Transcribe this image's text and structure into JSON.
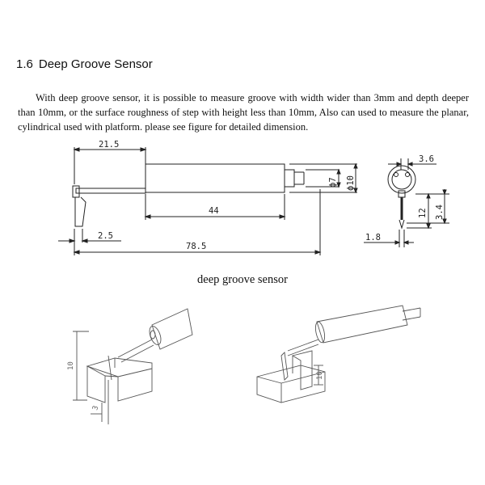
{
  "section": {
    "number": "1.6",
    "title": "Deep Groove Sensor"
  },
  "paragraph": "With deep groove sensor, it is possible to measure groove with width wider than 3mm and depth deeper than 10mm, or the surface roughness of step with height less than 10mm, Also can used to measure the planar, cylindrical used with platform. please see figure for detailed dimension.",
  "figure": {
    "caption": "deep groove sensor",
    "dims": {
      "d_21_5": "21.5",
      "d_44": "44",
      "d_2_5": "2.5",
      "d_78_5": "78.5",
      "d_phi7": "ϕ7",
      "d_phi10": "ϕ10",
      "d_3_6": "3.6",
      "d_12": "12",
      "d_3_4": "3.4",
      "d_1_8": "1.8",
      "d_iso_10a": "10",
      "d_iso_3": "3",
      "d_iso_10b": "10"
    }
  }
}
